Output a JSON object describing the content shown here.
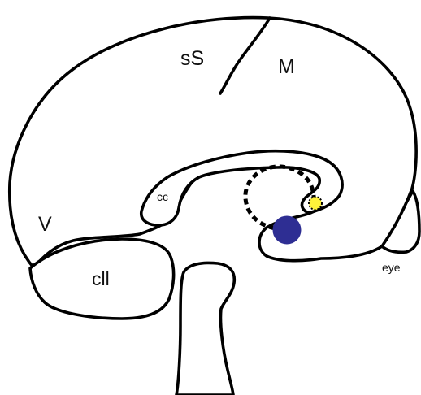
{
  "labels": {
    "sS": "sS",
    "M": "M",
    "V": "V",
    "cc": "cc",
    "cll": "cll",
    "eye": "eye"
  },
  "colors": {
    "outline": "#000000",
    "background": "#ffffff",
    "blue_dot": "#2e2e93",
    "yellow_dot": "#fff23a"
  }
}
